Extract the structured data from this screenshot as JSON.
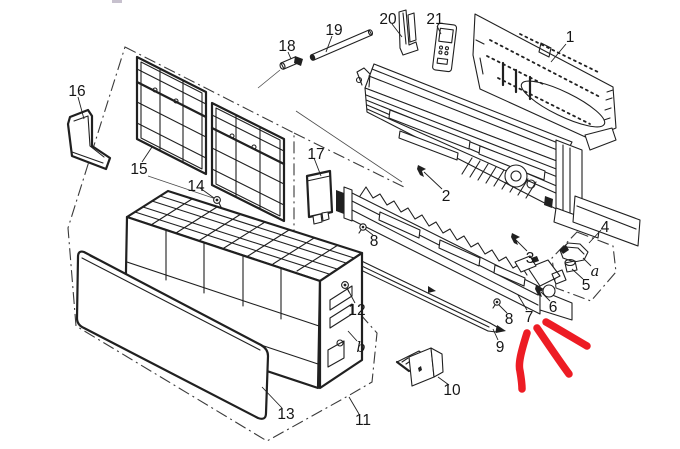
{
  "diagram": {
    "kind": "exploded parts diagram (line art)",
    "background_color": "#ffffff",
    "line_color": "#202020",
    "annotation_color": "#ed1c24"
  },
  "labels": [
    {
      "id": "1",
      "text": "1"
    },
    {
      "id": "2",
      "text": "2"
    },
    {
      "id": "3",
      "text": "3"
    },
    {
      "id": "4",
      "text": "4"
    },
    {
      "id": "5",
      "text": "5"
    },
    {
      "id": "6",
      "text": "6"
    },
    {
      "id": "7",
      "text": "7"
    },
    {
      "id": "8a",
      "text": "8"
    },
    {
      "id": "8b",
      "text": "8"
    },
    {
      "id": "9",
      "text": "9"
    },
    {
      "id": "10",
      "text": "10"
    },
    {
      "id": "11",
      "text": "11"
    },
    {
      "id": "12",
      "text": "12"
    },
    {
      "id": "13",
      "text": "13"
    },
    {
      "id": "14",
      "text": "14"
    },
    {
      "id": "15",
      "text": "15"
    },
    {
      "id": "16",
      "text": "16"
    },
    {
      "id": "17",
      "text": "17"
    },
    {
      "id": "18",
      "text": "18"
    },
    {
      "id": "19",
      "text": "19"
    },
    {
      "id": "20",
      "text": "20"
    },
    {
      "id": "21",
      "text": "21"
    },
    {
      "id": "a",
      "text": "a"
    },
    {
      "id": "b",
      "text": "b"
    }
  ],
  "annotations": {
    "red_marks": {
      "color": "#ed1c24",
      "count": 3,
      "description": "three thick freehand red strokes radiating down-left below label 7"
    }
  }
}
